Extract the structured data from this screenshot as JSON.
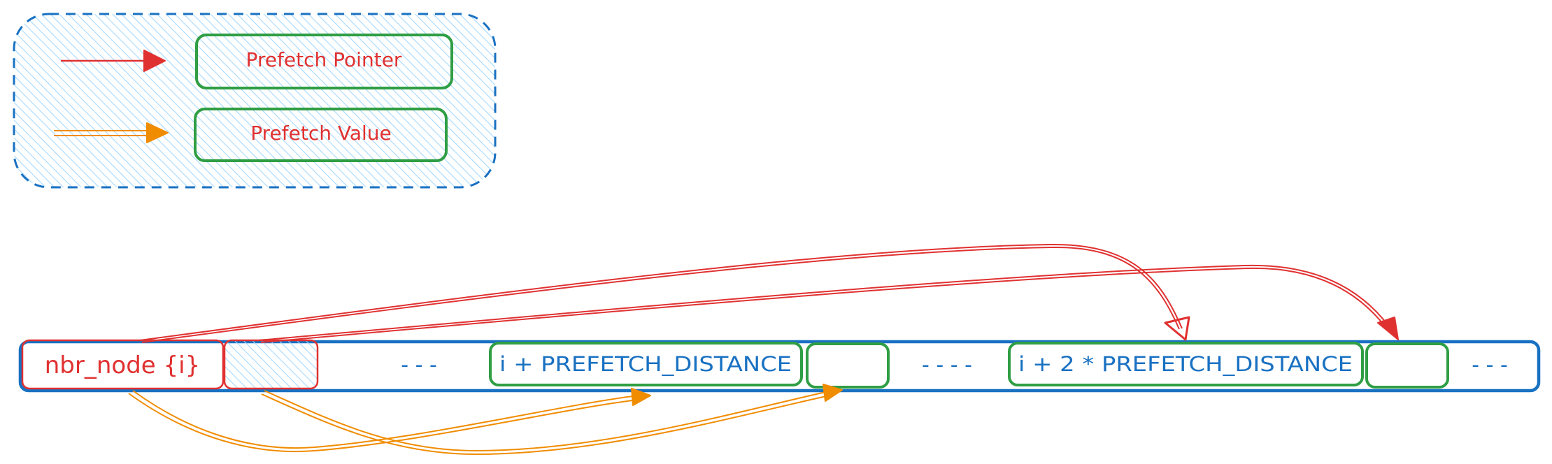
{
  "legend": {
    "pointer_label": "Prefetch Pointer",
    "value_label": "Prefetch Value"
  },
  "array": {
    "cells": {
      "first": "nbr_node {i}",
      "gap1": "- - -",
      "offset1": "i + PREFETCH_DISTANCE",
      "gap2": "- - - -",
      "offset2": "i + 2 * PREFETCH_DISTANCE",
      "gap3": "- - -"
    }
  },
  "colors": {
    "pointer_arrow": "#e03131",
    "value_arrow": "#f08c00",
    "array_border": "#1971c2",
    "green_box": "#2f9e44",
    "red_box": "#e03131",
    "hatch": "#a5d8ff"
  }
}
